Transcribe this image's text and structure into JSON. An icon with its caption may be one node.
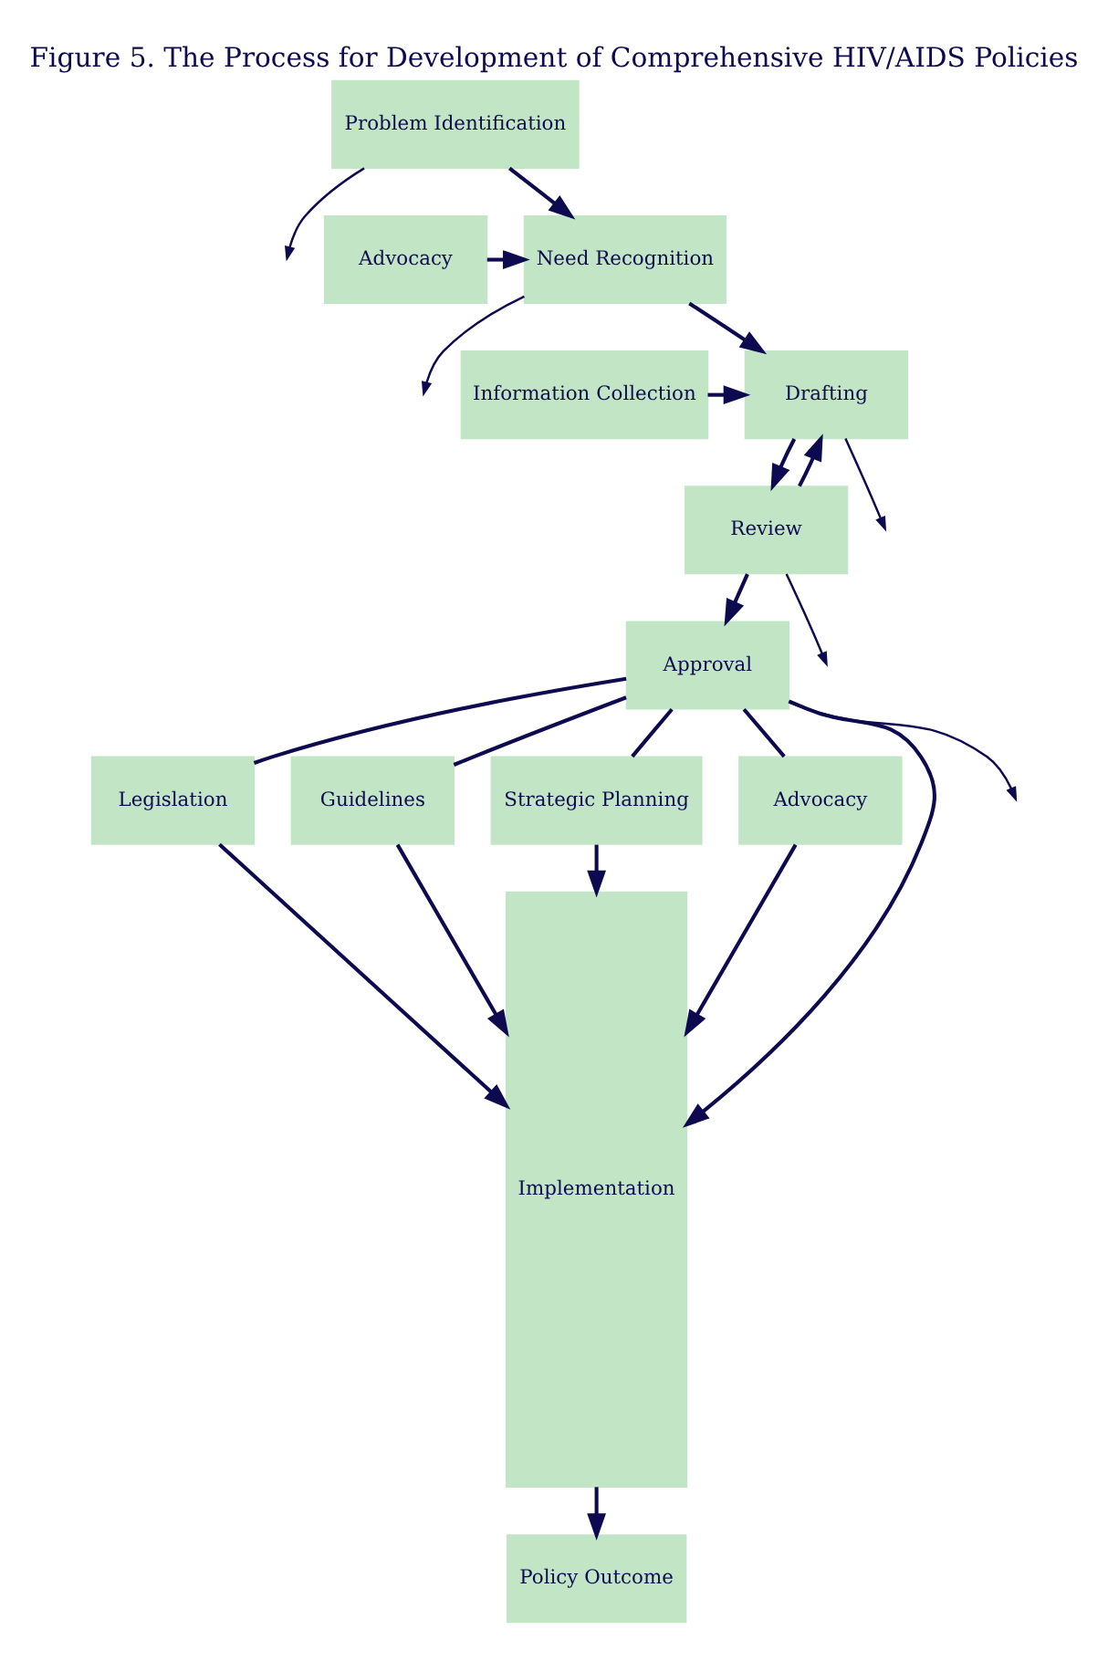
{
  "diagram": {
    "title": "Figure 5. The Process for Development of Comprehensive HIV/AIDS Policies",
    "nodes": [
      {
        "text": [
          "Problem Identification"
        ]
      },
      {
        "text": [
          "Advocacy"
        ]
      },
      {
        "text": [
          "Need Recognition"
        ]
      },
      {
        "text": [
          "Information Collection"
        ]
      },
      {
        "text": [
          "Drafting"
        ]
      },
      {
        "text": [
          "Review"
        ]
      },
      {
        "text": [
          "Approval"
        ]
      },
      {
        "text": [
          "Legislation"
        ]
      },
      {
        "text": [
          "Guidelines"
        ]
      },
      {
        "text": [
          "Strategic Planning"
        ]
      },
      {
        "text": [
          "Advocacy"
        ]
      },
      {
        "text": [
          "Implementation"
        ]
      },
      {
        "text": [
          "Policy Outcome"
        ]
      }
    ],
    "edges": [
      {
        "from": 0,
        "to": 2,
        "arrow": "to"
      },
      {
        "from": 0,
        "to": null,
        "arrow": "to"
      },
      {
        "from": 1,
        "to": 2,
        "arrow": "to"
      },
      {
        "from": 2,
        "to": 4,
        "arrow": "to"
      },
      {
        "from": 2,
        "to": null,
        "arrow": "to"
      },
      {
        "from": 3,
        "to": 4,
        "arrow": "to"
      },
      {
        "from": 4,
        "to": 5,
        "arrow": "to"
      },
      {
        "from": 4,
        "to": null,
        "arrow": "to"
      },
      {
        "from": 5,
        "to": 4,
        "arrow": "to"
      },
      {
        "from": 5,
        "to": 6,
        "arrow": "to"
      },
      {
        "from": 5,
        "to": null,
        "arrow": "to"
      },
      {
        "from": 6,
        "to": null,
        "arrow": "to"
      },
      {
        "from": 6,
        "to": 11,
        "arrow": "to"
      },
      {
        "from": 6,
        "to": 7,
        "arrow": "none"
      },
      {
        "from": 6,
        "to": 8,
        "arrow": "none"
      },
      {
        "from": 6,
        "to": 9,
        "arrow": "none"
      },
      {
        "from": 6,
        "to": 10,
        "arrow": "none"
      },
      {
        "from": 7,
        "to": 11,
        "arrow": "to"
      },
      {
        "from": 8,
        "to": 11,
        "arrow": "to"
      },
      {
        "from": 9,
        "to": 11,
        "arrow": "to"
      },
      {
        "from": 10,
        "to": 11,
        "arrow": "to"
      },
      {
        "from": 11,
        "to": 12,
        "arrow": "to"
      }
    ]
  }
}
